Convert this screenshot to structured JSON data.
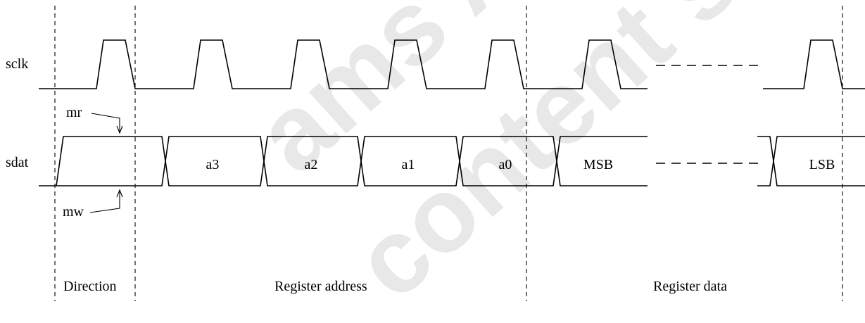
{
  "watermark": {
    "line1": "ams AG",
    "line2": "content st"
  },
  "signals": {
    "sclk": "sclk",
    "sdat": "sdat"
  },
  "markers": {
    "mr": "mr",
    "mw": "mw"
  },
  "bits": {
    "a3": "a3",
    "a2": "a2",
    "a1": "a1",
    "a0": "a0",
    "msb": "MSB",
    "lsb": "LSB"
  },
  "phases": {
    "direction": "Direction",
    "address": "Register address",
    "data": "Register data"
  }
}
